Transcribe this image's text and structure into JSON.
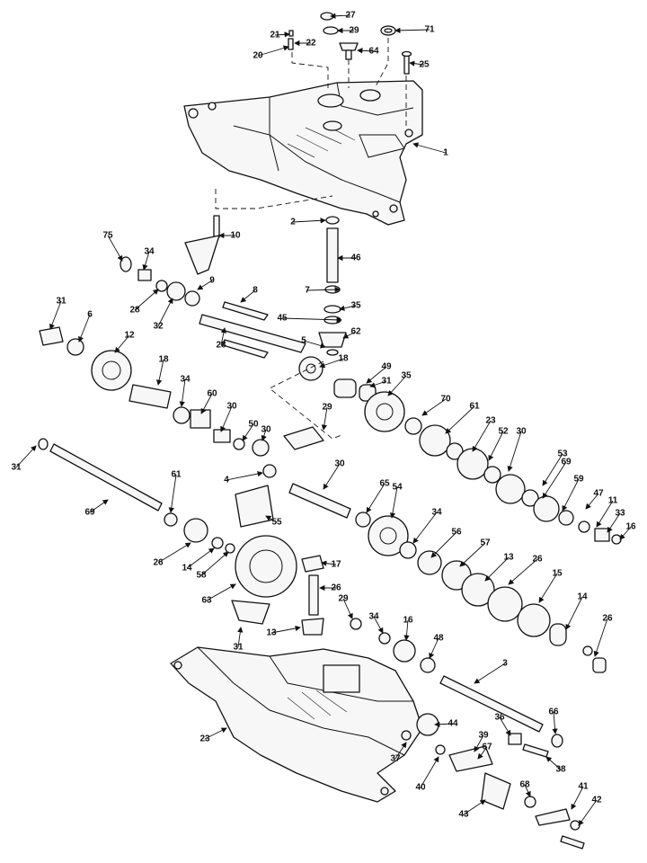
{
  "diagram": {
    "callouts": [
      "27",
      "71",
      "29",
      "21",
      "22",
      "64",
      "20",
      "25",
      "1",
      "2",
      "10",
      "46",
      "75",
      "34",
      "9",
      "8",
      "28",
      "7",
      "32",
      "35",
      "31",
      "6",
      "45",
      "12",
      "28",
      "62",
      "5",
      "18",
      "18",
      "49",
      "31",
      "35",
      "34",
      "60",
      "30",
      "29",
      "70",
      "50",
      "30",
      "61",
      "23",
      "31",
      "61",
      "4",
      "30",
      "52",
      "30",
      "53",
      "69",
      "59",
      "65",
      "47",
      "11",
      "69",
      "54",
      "34",
      "33",
      "16",
      "55",
      "56",
      "57",
      "13",
      "26",
      "26",
      "14",
      "58",
      "17",
      "15",
      "26",
      "63",
      "29",
      "14",
      "26",
      "13",
      "34",
      "16",
      "31",
      "48",
      "3",
      "23",
      "66",
      "36",
      "44",
      "39",
      "67",
      "38",
      "37",
      "40",
      "68",
      "41",
      "43",
      "42"
    ]
  }
}
